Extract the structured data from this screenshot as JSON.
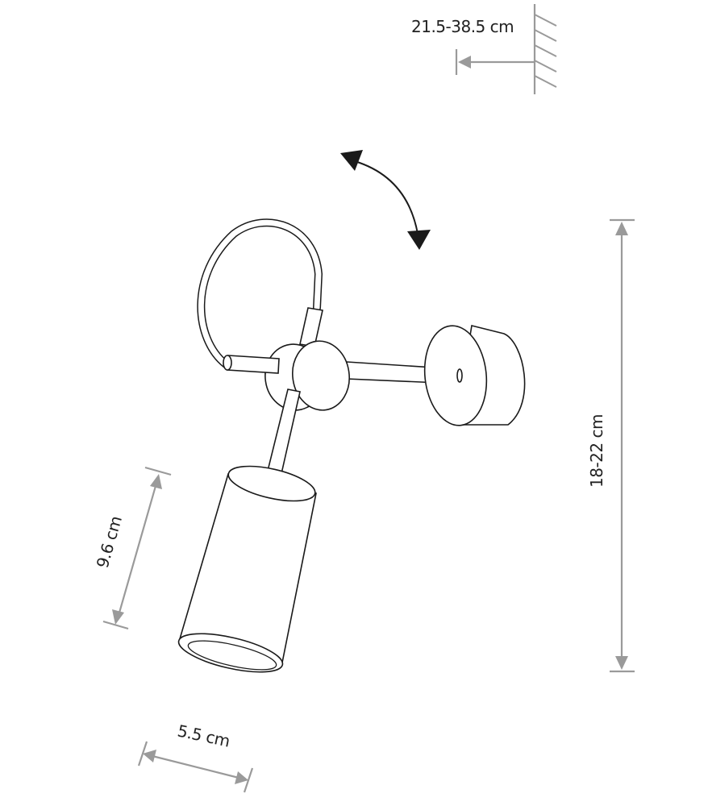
{
  "dimensions": {
    "wall_distance": "21.5-38.5 cm",
    "height": "18-22 cm",
    "shade_length": "9.6 cm",
    "shade_diameter": "5.5 cm"
  },
  "icons": {
    "rotation": "rotation-arrow-icon",
    "wall": "wall-hatch-icon"
  },
  "colors": {
    "line": "#1a1a1a",
    "dimension": "#9a9a9a"
  }
}
